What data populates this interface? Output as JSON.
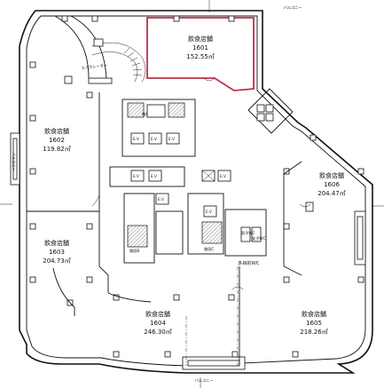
{
  "plan": {
    "balcony_top": "バルコニー",
    "balcony_bottom": "バルコニー",
    "balcony_left": "バルコニー",
    "escalator": "エスカレーター",
    "units": [
      {
        "type": "飲食店舗",
        "number": "1601",
        "area": "152.55㎡"
      },
      {
        "type": "飲食店舗",
        "number": "1602",
        "area": "119.82㎡"
      },
      {
        "type": "飲食店舗",
        "number": "1603",
        "area": "204.73㎡"
      },
      {
        "type": "飲食店舗",
        "number": "1604",
        "area": "246.30㎡"
      },
      {
        "type": "飲食店舗",
        "number": "1605",
        "area": "218.26㎡"
      },
      {
        "type": "飲食店舗",
        "number": "1606",
        "area": "204.47㎡"
      }
    ],
    "stairs": [
      "階段A",
      "階段B",
      "階段C"
    ],
    "elevator_label": "E.V",
    "multipurpose_wc": "多目的WC",
    "wc_men": "男子WC",
    "wc_women": "女子WC"
  },
  "colors": {
    "highlight": "#c0304a",
    "line": "#111111"
  }
}
